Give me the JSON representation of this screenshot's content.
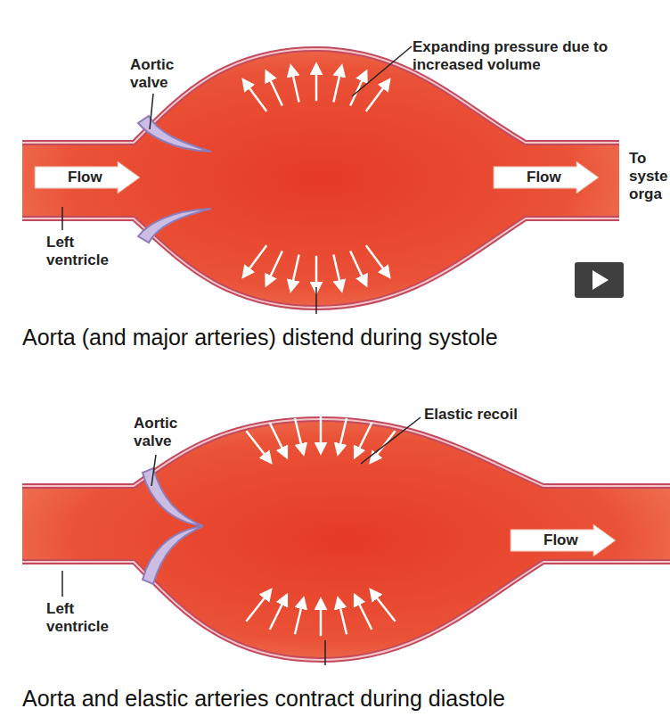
{
  "diagram": {
    "nodes": [
      {
        "text": [
          "Flow"
        ]
      },
      {
        "text": [
          "Flow"
        ]
      },
      {
        "text": [
          "Flow"
        ]
      }
    ],
    "labels": [
      "Aortic valve",
      "Expanding pressure due to increased volume",
      "To syste orga",
      "Left ventricle",
      "Aorta (and major arteries) distend during systole",
      "Aortic valve",
      "Elastic recoil",
      "Left ventricle",
      "Aorta and elastic arteries contract during diastole"
    ]
  }
}
